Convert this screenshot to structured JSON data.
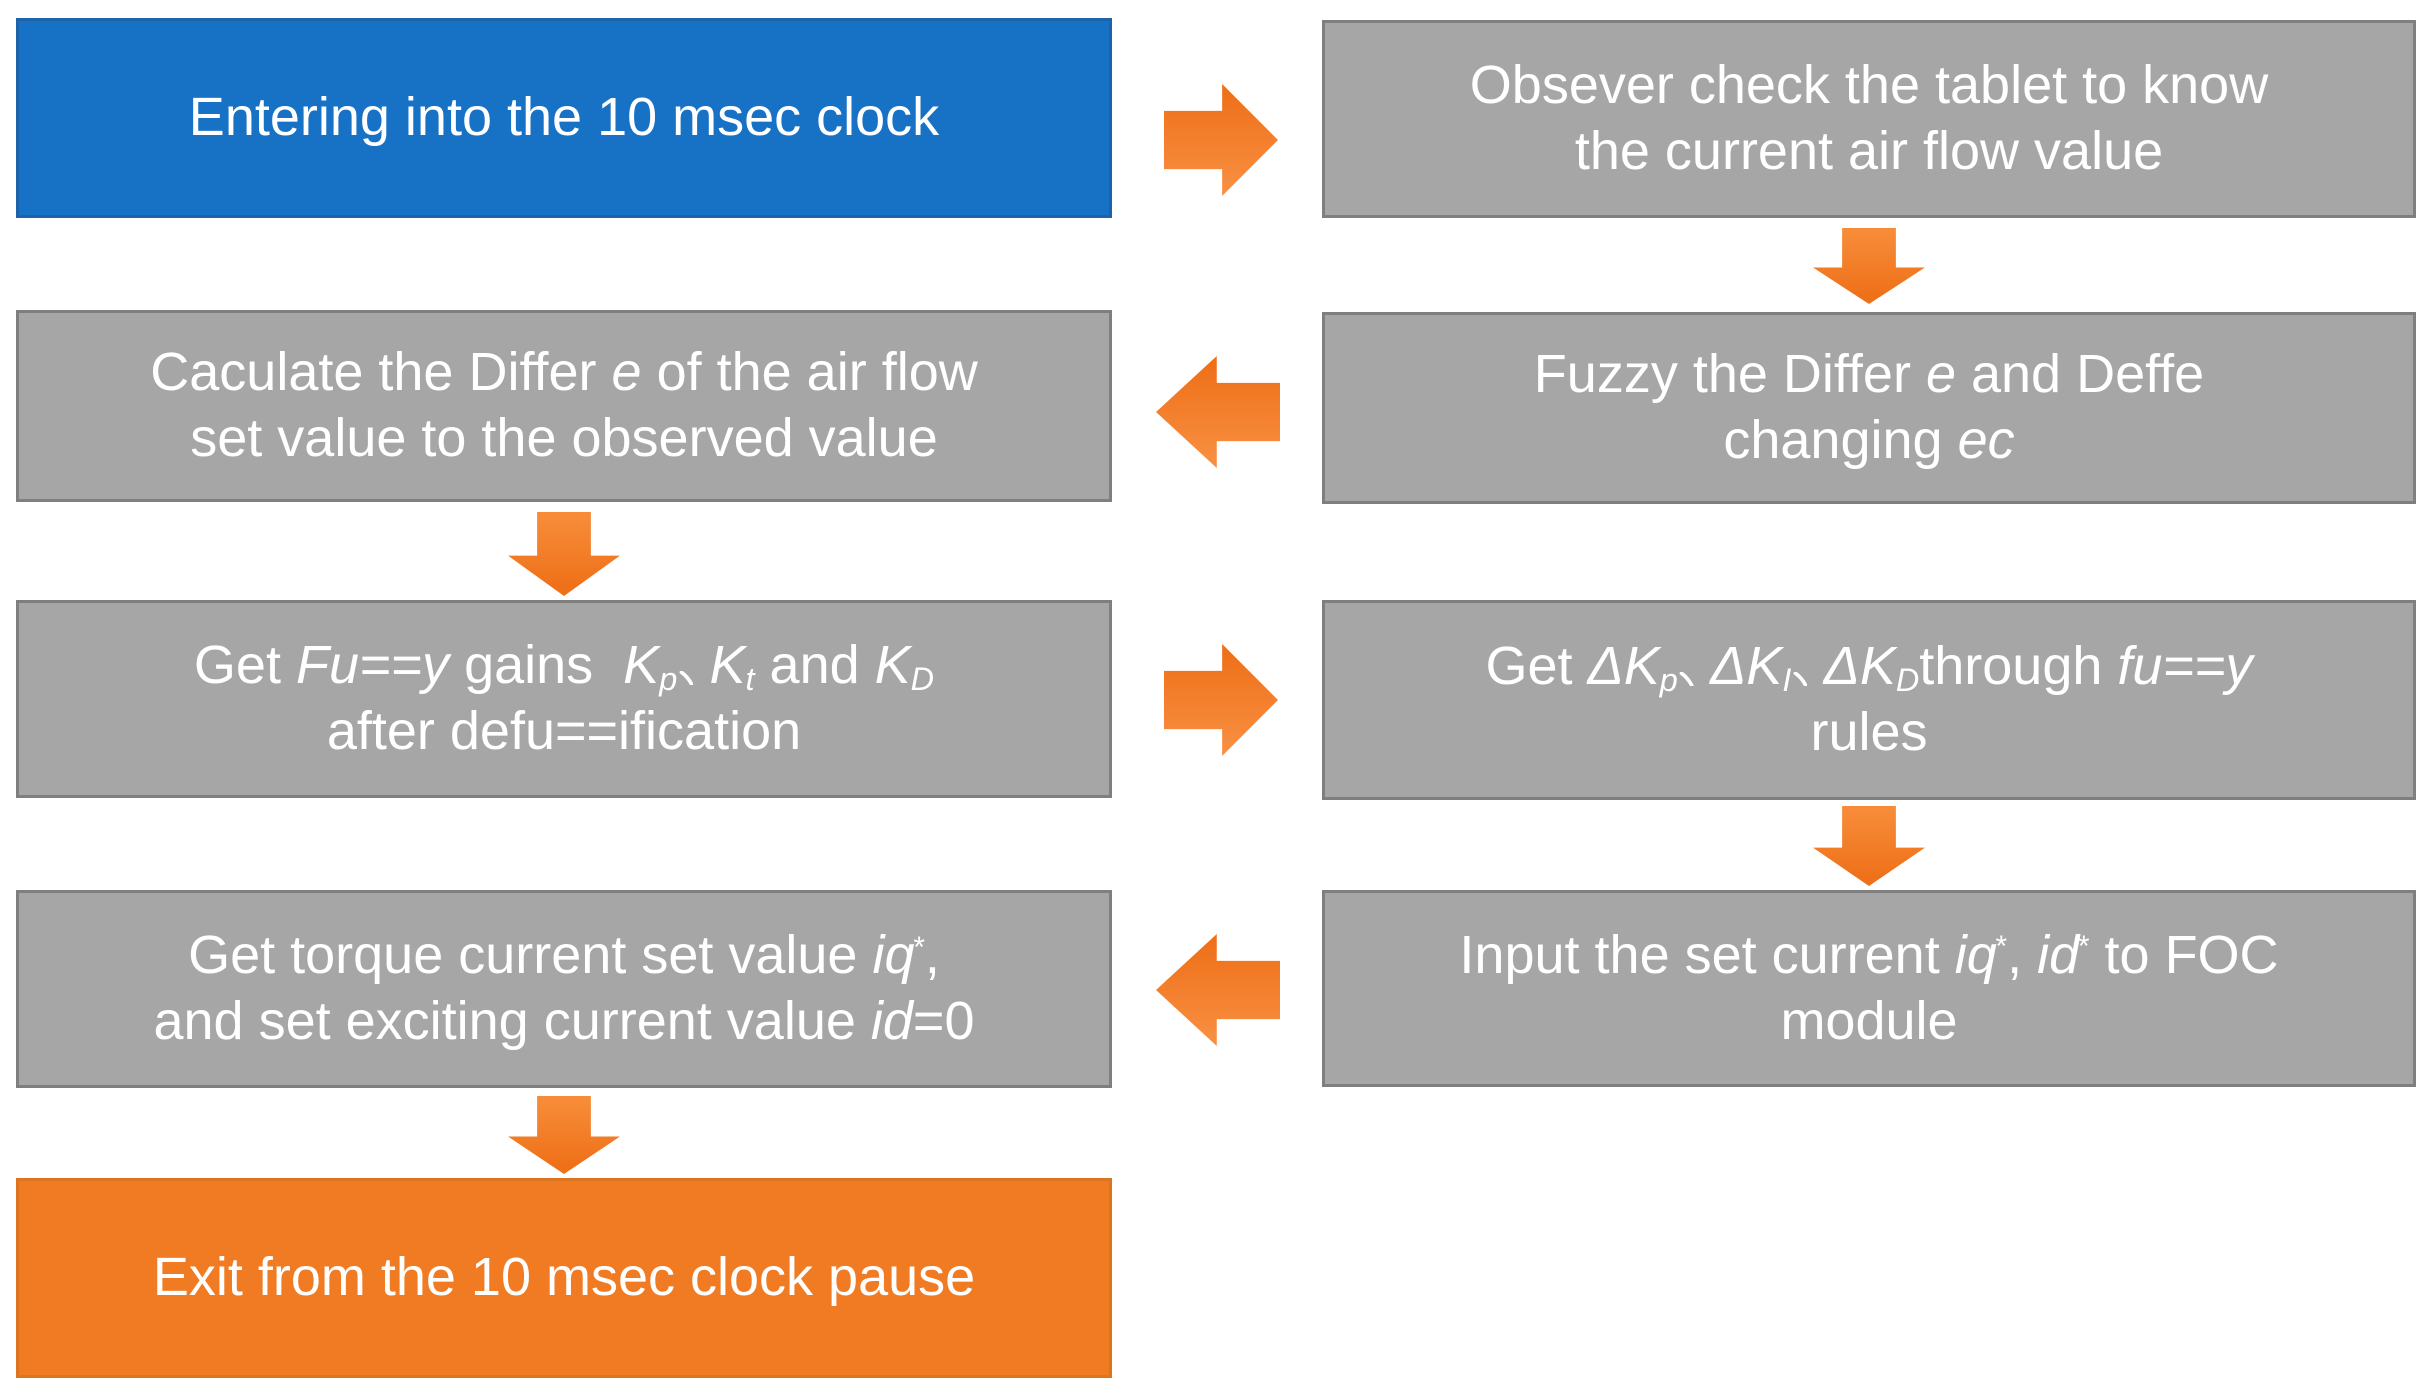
{
  "diagram": {
    "title": "Fuzzy PID 10 msec clock flow",
    "colors": {
      "background": "#FFFFFF",
      "node_blue_fill": "#1772C5",
      "node_blue_border": "#1E63A9",
      "node_gray_fill": "#A6A6A6",
      "node_gray_border": "#7F7F7F",
      "node_orange_fill": "#F07B22",
      "node_orange_border": "#DD7420",
      "arrow_orange_light": "#F78E40",
      "arrow_orange_dark": "#EE7018",
      "text": "#FFFFFF"
    },
    "nodes": [
      {
        "id": "start",
        "fill": "blue",
        "segments": [
          {
            "t": "Entering into the 10 msec clock"
          }
        ]
      },
      {
        "id": "observer-check",
        "fill": "gray",
        "segments": [
          {
            "t": "Obsever check the tablet to know"
          },
          {
            "br": true
          },
          {
            "t": "the current air flow value"
          }
        ]
      },
      {
        "id": "calculate-differ",
        "fill": "gray",
        "segments": [
          {
            "t": "Caculate the Differ "
          },
          {
            "t": "e",
            "i": true
          },
          {
            "t": " of the air flow"
          },
          {
            "br": true
          },
          {
            "t": "set value to the observed value"
          }
        ]
      },
      {
        "id": "fuzzy-differ",
        "fill": "gray",
        "segments": [
          {
            "t": "Fuzzy the Differ "
          },
          {
            "t": "e",
            "i": true
          },
          {
            "t": " and Deffe"
          },
          {
            "br": true
          },
          {
            "t": "changing "
          },
          {
            "t": "ec",
            "i": true
          }
        ]
      },
      {
        "id": "get-fuzzy-gains",
        "fill": "gray",
        "segments": [
          {
            "t": "Get "
          },
          {
            "t": "Fu==y",
            "i": true
          },
          {
            "t": " gains  "
          },
          {
            "t": "K",
            "i": true
          },
          {
            "t": "p",
            "i": true,
            "sub": true
          },
          {
            "t": "、",
            "cjk": true
          },
          {
            "t": " "
          },
          {
            "t": "K",
            "i": true
          },
          {
            "t": "t",
            "i": true,
            "sub": true
          },
          {
            "t": " and "
          },
          {
            "t": "K",
            "i": true
          },
          {
            "t": "D",
            "i": true,
            "sub": true
          },
          {
            "br": true
          },
          {
            "t": "after defu==ification"
          }
        ]
      },
      {
        "id": "get-delta-gains",
        "fill": "gray",
        "segments": [
          {
            "t": "Get "
          },
          {
            "t": "ΔK",
            "i": true
          },
          {
            "t": "p",
            "i": true,
            "sub": true
          },
          {
            "t": "、",
            "cjk": true
          },
          {
            "t": " "
          },
          {
            "t": "ΔK",
            "i": true
          },
          {
            "t": "I",
            "i": true,
            "sub": true
          },
          {
            "t": "、",
            "cjk": true
          },
          {
            "t": " "
          },
          {
            "t": "ΔK",
            "i": true
          },
          {
            "t": "D",
            "i": true,
            "sub": true
          },
          {
            "t": "through "
          },
          {
            "t": "fu==y",
            "i": true
          },
          {
            "br": true
          },
          {
            "t": "rules"
          }
        ]
      },
      {
        "id": "get-torque-current",
        "fill": "gray",
        "segments": [
          {
            "t": "Get torque current set value "
          },
          {
            "t": "iq",
            "i": true
          },
          {
            "t": "*",
            "sup": true
          },
          {
            "t": ","
          },
          {
            "br": true
          },
          {
            "t": "and set exciting current value "
          },
          {
            "t": "id",
            "i": true
          },
          {
            "t": "=0"
          }
        ]
      },
      {
        "id": "input-set-current",
        "fill": "gray",
        "segments": [
          {
            "t": "Input the set current "
          },
          {
            "t": "iq",
            "i": true
          },
          {
            "t": "*",
            "sup": true
          },
          {
            "t": ", "
          },
          {
            "t": "id",
            "i": true
          },
          {
            "t": "*",
            "sup": true
          },
          {
            "t": " to FOC"
          },
          {
            "br": true
          },
          {
            "t": "module"
          }
        ]
      },
      {
        "id": "exit",
        "fill": "orange",
        "segments": [
          {
            "t": "Exit from the 10 msec clock pause"
          }
        ]
      }
    ],
    "arrows": [
      {
        "id": "a1",
        "dir": "right",
        "from": "start",
        "to": "observer-check"
      },
      {
        "id": "a2",
        "dir": "down",
        "from": "observer-check",
        "to": "fuzzy-differ"
      },
      {
        "id": "a3",
        "dir": "left",
        "from": "fuzzy-differ",
        "to": "calculate-differ"
      },
      {
        "id": "a4",
        "dir": "down",
        "from": "calculate-differ",
        "to": "get-fuzzy-gains"
      },
      {
        "id": "a5",
        "dir": "right",
        "from": "get-fuzzy-gains",
        "to": "get-delta-gains"
      },
      {
        "id": "a6",
        "dir": "down",
        "from": "get-delta-gains",
        "to": "input-set-current"
      },
      {
        "id": "a7",
        "dir": "left",
        "from": "input-set-current",
        "to": "get-torque-current"
      },
      {
        "id": "a8",
        "dir": "down",
        "from": "get-torque-current",
        "to": "exit"
      }
    ]
  }
}
